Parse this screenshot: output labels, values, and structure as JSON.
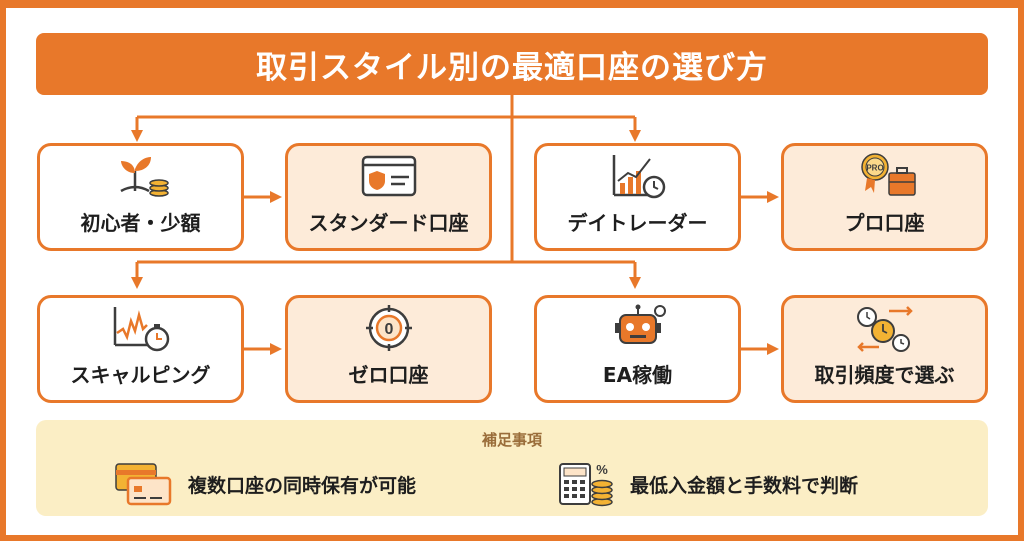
{
  "title": "取引スタイル別の最適口座の選び方",
  "colors": {
    "accent": "#e8782a",
    "result_fill": "#fdebd9",
    "notes_fill": "#fbeec5",
    "text": "#1e1e1e"
  },
  "flows": [
    {
      "start": {
        "label": "初心者・少額",
        "icon": "sprout-coins-icon"
      },
      "result": {
        "label": "スタンダード口座",
        "icon": "account-card-icon"
      }
    },
    {
      "start": {
        "label": "デイトレーダー",
        "icon": "bar-chart-clock-icon"
      },
      "result": {
        "label": "プロ口座",
        "icon": "pro-badge-briefcase-icon"
      }
    },
    {
      "start": {
        "label": "スキャルピング",
        "icon": "line-chart-stopwatch-icon"
      },
      "result": {
        "label": "ゼロ口座",
        "icon": "zero-target-icon"
      }
    },
    {
      "start": {
        "label": "EA稼働",
        "icon": "robot-icon"
      },
      "result": {
        "label": "取引頻度で選ぶ",
        "icon": "clocks-arrows-icon"
      }
    }
  ],
  "notes": {
    "title": "補足事項",
    "items": [
      {
        "text": "複数口座の同時保有が可能",
        "icon": "cards-icon"
      },
      {
        "text": "最低入金額と手数料で判断",
        "icon": "calculator-coins-icon"
      }
    ]
  }
}
